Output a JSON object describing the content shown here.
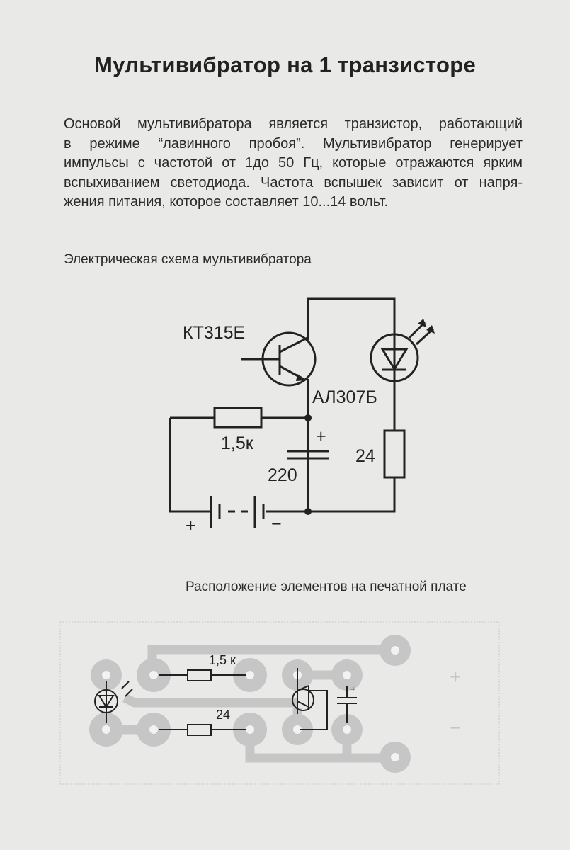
{
  "title": "Мультивибратор на 1 транзисторе",
  "paragraph_lines": [
    "Основой мультивибратора является транзистор, работающий",
    "в режиме “лавинного пробоя”.   Мультивибратор генерирует",
    "импульсы с частотой от 1до 50 Гц, которые отражаются ярким",
    "вспыхиванием светодиода. Частота вспышек зависит от напря-",
    "жения питания, которое составляет 10...14 вольт."
  ],
  "schematic": {
    "heading": "Электрическая схема мультивибратора",
    "transistor": "КТ315Е",
    "led": "АЛ307Б",
    "resistor_base": "1,5к",
    "capacitor": "220",
    "capacitor_plus": "+",
    "resistor_led": "24",
    "battery_plus": "+",
    "battery_minus": "−"
  },
  "pcb": {
    "heading": "Расположение элементов на печатной плате",
    "resistor_top": "1,5 к",
    "resistor_bottom": "24",
    "plus": "+",
    "minus": "−",
    "cap_plus": "+"
  }
}
